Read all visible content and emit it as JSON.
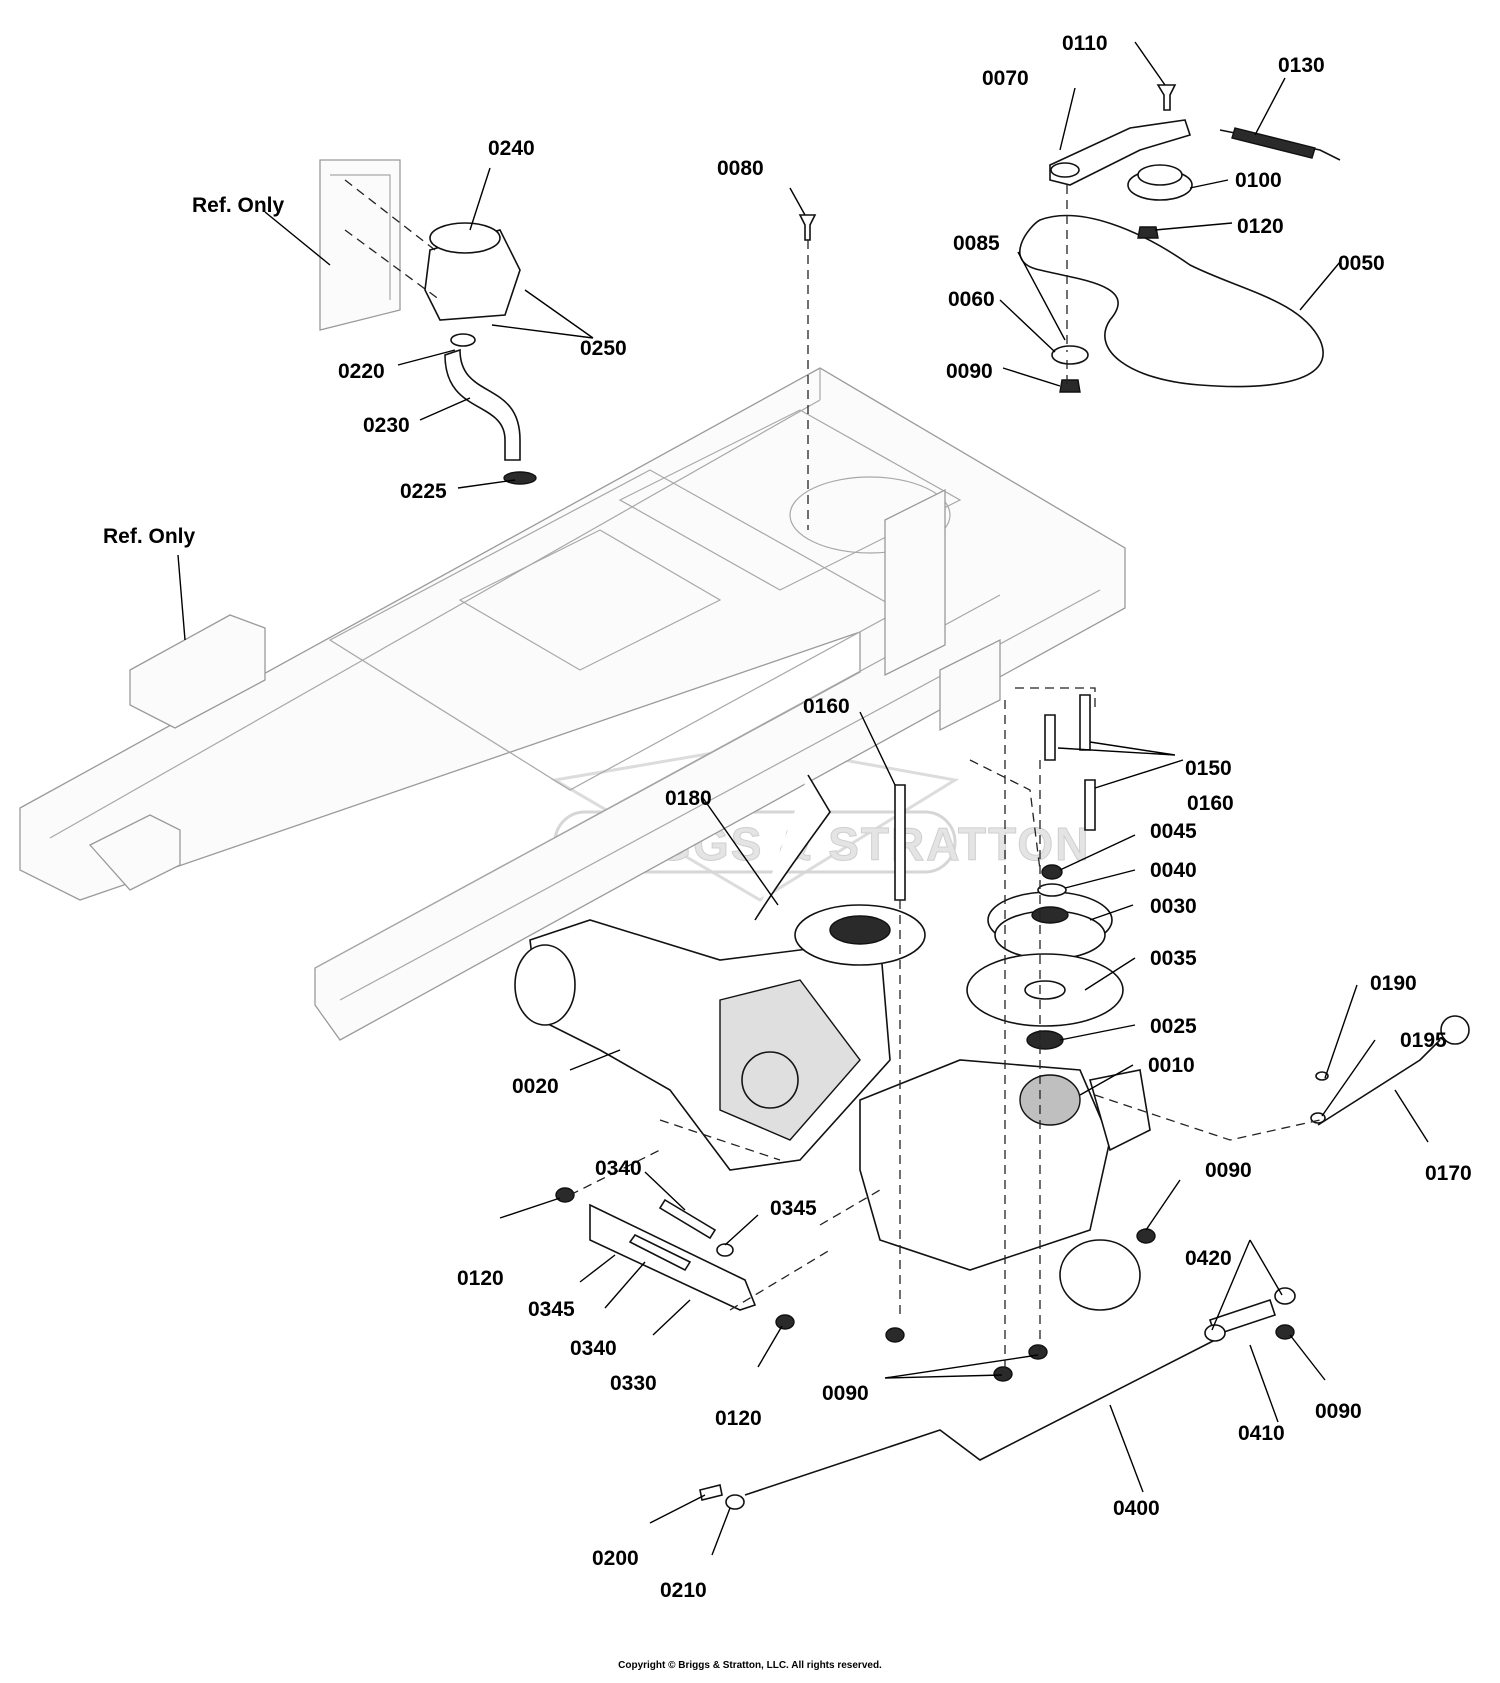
{
  "diagram": {
    "callouts": {
      "p0010": "0010",
      "p0020": "0020",
      "p0025": "0025",
      "p0030": "0030",
      "p0035": "0035",
      "p0040": "0040",
      "p0045": "0045",
      "p0050": "0050",
      "p0060": "0060",
      "p0070": "0070",
      "p0080": "0080",
      "p0085": "0085",
      "p0090a": "0090",
      "p0090b": "0090",
      "p0090c": "0090",
      "p0090d": "0090",
      "p0100": "0100",
      "p0110": "0110",
      "p0120a": "0120",
      "p0120b": "0120",
      "p0120c": "0120",
      "p0130": "0130",
      "p0150": "0150",
      "p0160a": "0160",
      "p0160b": "0160",
      "p0170": "0170",
      "p0180": "0180",
      "p0190": "0190",
      "p0195": "0195",
      "p0200": "0200",
      "p0210": "0210",
      "p0220": "0220",
      "p0225": "0225",
      "p0230": "0230",
      "p0240": "0240",
      "p0250": "0250",
      "p0330": "0330",
      "p0340a": "0340",
      "p0340b": "0340",
      "p0345a": "0345",
      "p0345b": "0345",
      "p0400": "0400",
      "p0410": "0410",
      "p0420": "0420",
      "ref1": "Ref. Only",
      "ref2": "Ref. Only"
    },
    "watermark": "BRIGGS & STRATTON"
  },
  "footer": {
    "copyright": "Copyright © Briggs & Stratton, LLC. All rights reserved."
  }
}
